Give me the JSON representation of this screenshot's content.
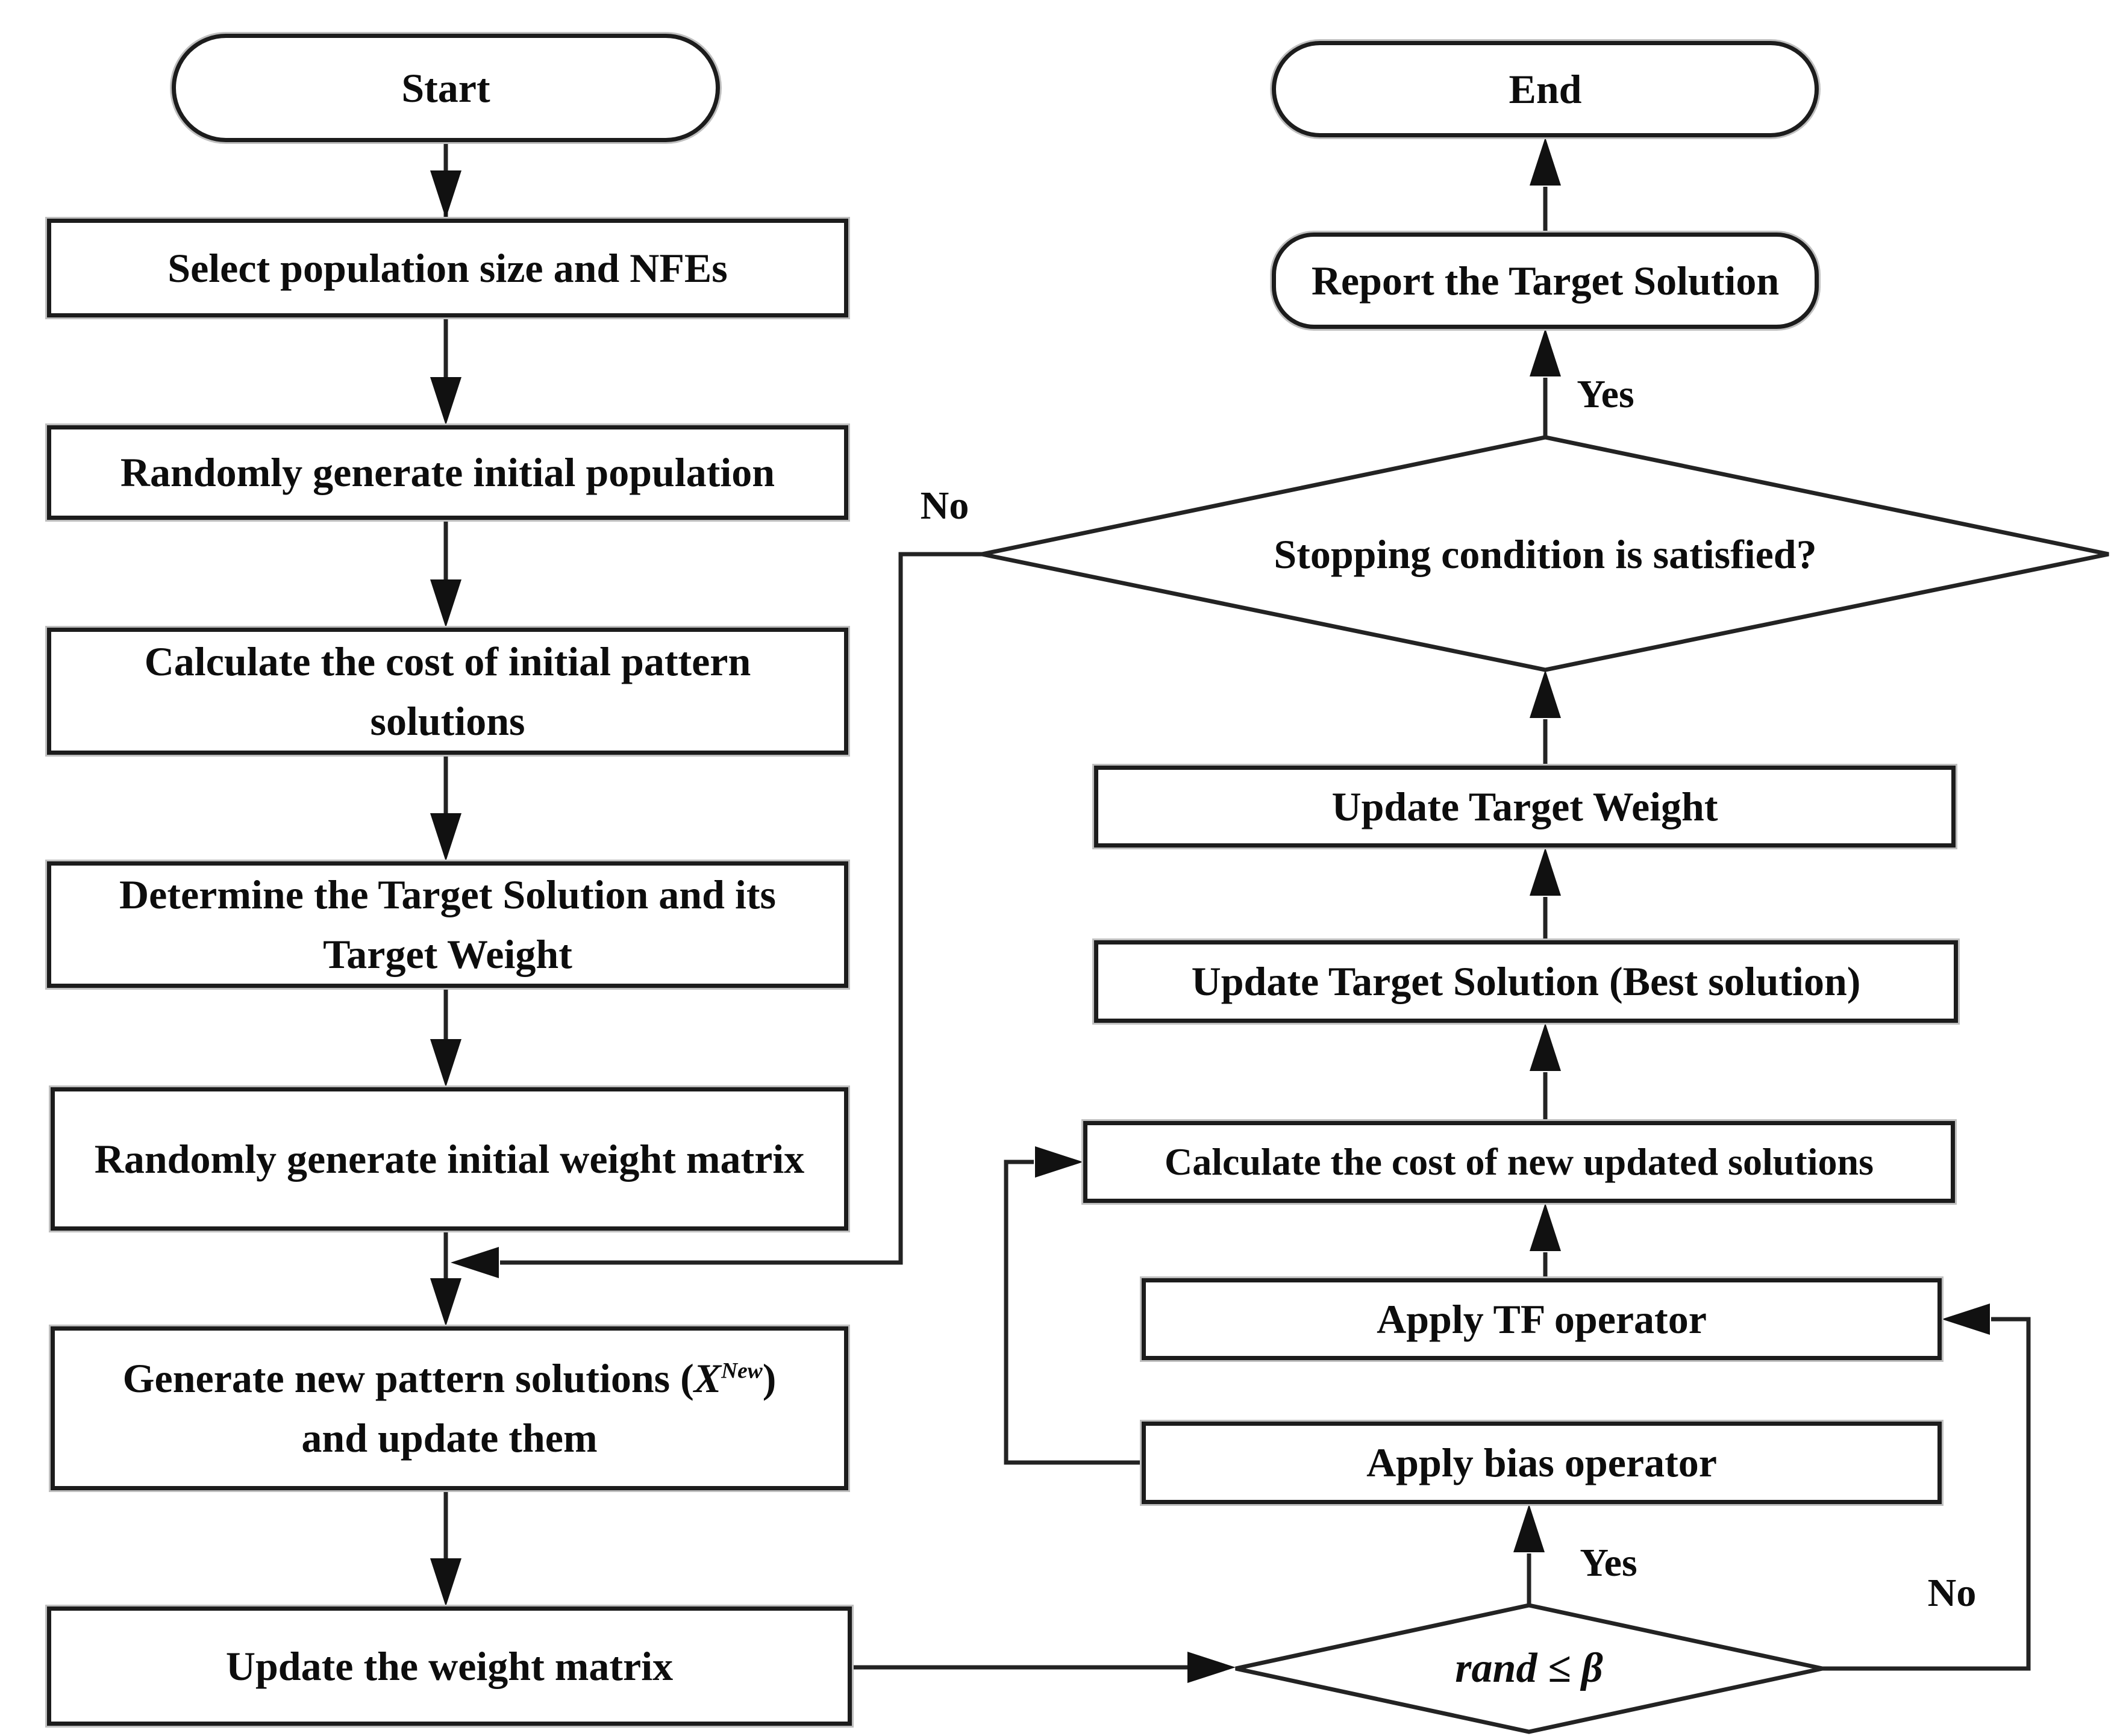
{
  "diagram": {
    "nodes": {
      "start": {
        "label": "Start"
      },
      "select_population": {
        "label": "Select population size and NFEs"
      },
      "random_population": {
        "label": "Randomly generate initial population"
      },
      "calc_initial_cost": {
        "line1": "Calculate the cost of initial pattern",
        "line2": "solutions"
      },
      "determine_target": {
        "line1": "Determine the Target Solution and its",
        "line2": "Target Weight"
      },
      "random_weight_matrix": {
        "label": "Randomly generate initial weight matrix"
      },
      "generate_new_solutions": {
        "line1_prefix": "Generate new pattern solutions (",
        "x": "X",
        "sup": "New",
        "close_paren": ")",
        "line2": "and update them"
      },
      "update_weight_matrix": {
        "label": "Update the weight matrix"
      },
      "rand_check": {
        "label": "rand ≤ β"
      },
      "apply_bias": {
        "label": "Apply bias operator"
      },
      "apply_tf": {
        "label": "Apply TF operator"
      },
      "calc_new_cost": {
        "label": "Calculate the cost of new updated solutions"
      },
      "update_target_solution": {
        "label": "Update Target Solution (Best solution)"
      },
      "update_target_weight": {
        "label": "Update Target Weight"
      },
      "stop_check": {
        "label": "Stopping condition is satisfied?"
      },
      "report_target": {
        "label": "Report the Target Solution"
      },
      "end": {
        "label": "End"
      }
    },
    "edge_labels": {
      "stop_no": "No",
      "stop_yes": "Yes",
      "rand_yes": "Yes",
      "rand_no": "No"
    }
  }
}
